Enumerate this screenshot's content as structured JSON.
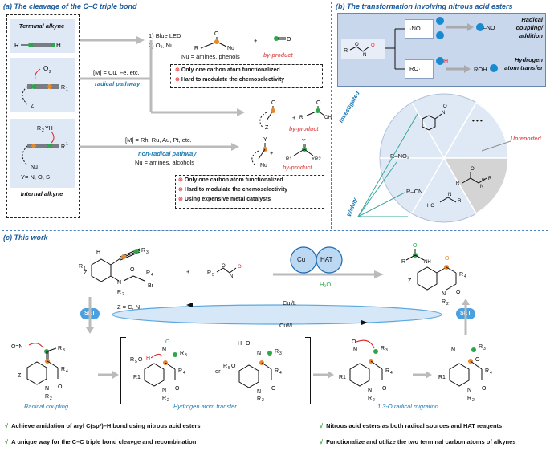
{
  "panel_a": {
    "title": "(a) The cleavage of the C–C triple bond",
    "terminal_alkyne": "Terminal alkyne",
    "internal_alkyne": "Internal alkyne",
    "y_atoms": "Y= N, O, S",
    "cond1": "1) Blue LED",
    "cond2": "2) O₂, Nu",
    "nu_amines_phenols": "Nu = amines, phenols",
    "by_product": "by-product",
    "metals_radical": "[M] = Cu, Fe, etc.",
    "radical_pathway": "radical pathway",
    "metals_nonradical": "[M] = Rh, Ru, Au, Pt, etc.",
    "nonradical_pathway": "non-radical pathway",
    "nu_amines_alcohols": "Nu = amines, alcohols",
    "note1_a": "Only one carbon atom functionalized",
    "note1_b": "Hard to modulate the chemoselectivity",
    "note2_a": "Only one carbon atom functionalized",
    "note2_b": "Hard to modulate the chemoselectivity",
    "note2_c": "Using expensive metal catalysts"
  },
  "panel_b": {
    "title": "(b) The transformation involving nitrous acid esters",
    "radical_coupling": "Radical coupling/ addition",
    "hat": "Hydrogen atom transfer",
    "no_radical": "·NO",
    "ro_radical": "RO·",
    "roh": "ROH",
    "investigated": "Investigated",
    "widely": "Widely",
    "unreported": "Unreported",
    "r_no2": "R–NO₂",
    "r_cn": "R–CN",
    "ellipsis": "• • •"
  },
  "panel_c": {
    "title": "(c) This work",
    "z_def": "Z = C, N",
    "cu": "Cu",
    "hat": "HAT",
    "h2o": "H₂O",
    "set_left": "SET",
    "set_right": "SET",
    "cu_i": "Cuᴵ/L",
    "cu_ii": "Cuᴵᴵ/L",
    "radical_coupling": "Radical coupling",
    "hydrogen_atom_transfer": "Hydrogen atom transfer",
    "migration": "1,3-O radical migration",
    "or": "or",
    "bullets": [
      "Achieve amidation of aryl C(sp²)–H bond using nitrous acid esters",
      "A unique way for the C–C triple bond cleavge and recombination",
      "Nitrous acid esters as both radical sources and HAT reagents",
      "Functionalize and utilize the two terminal carbon atoms of alkynes"
    ],
    "check": "√"
  },
  "colors": {
    "accent_blue": "#1a7ab5",
    "light_blue_fill": "#dfe8f5",
    "highlight_green": "#2aa84a",
    "highlight_orange": "#e8882a",
    "red_text": "#e06060",
    "ellipse_blue": "#5aa8e0"
  }
}
